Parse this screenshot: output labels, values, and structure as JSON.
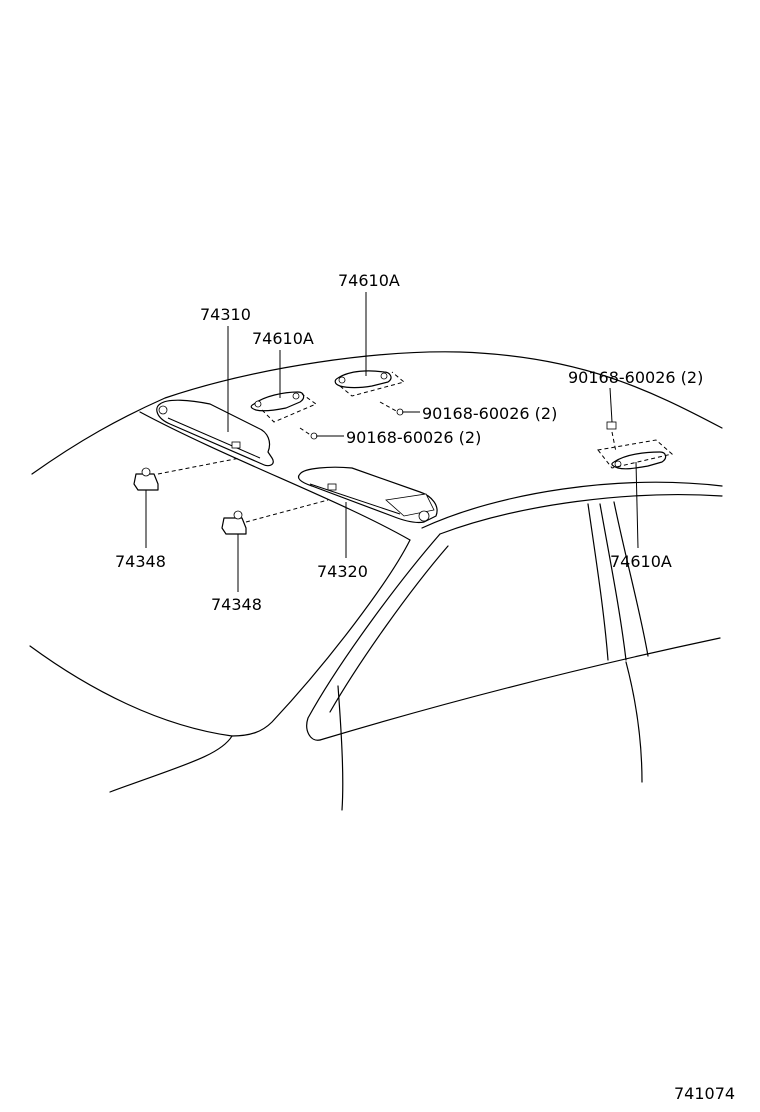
{
  "labels": {
    "grip_top": "74610A",
    "visor_left": "74310",
    "grip_left": "74610A",
    "screw_right_top": "90168-60026 (2)",
    "screw_mid": "90168-60026 (2)",
    "screw_left": "90168-60026 (2)",
    "grip_rear": "74610A",
    "holder_left": "74348",
    "holder_mid": "74348",
    "visor_right": "74320",
    "diagram_id": "741074"
  }
}
